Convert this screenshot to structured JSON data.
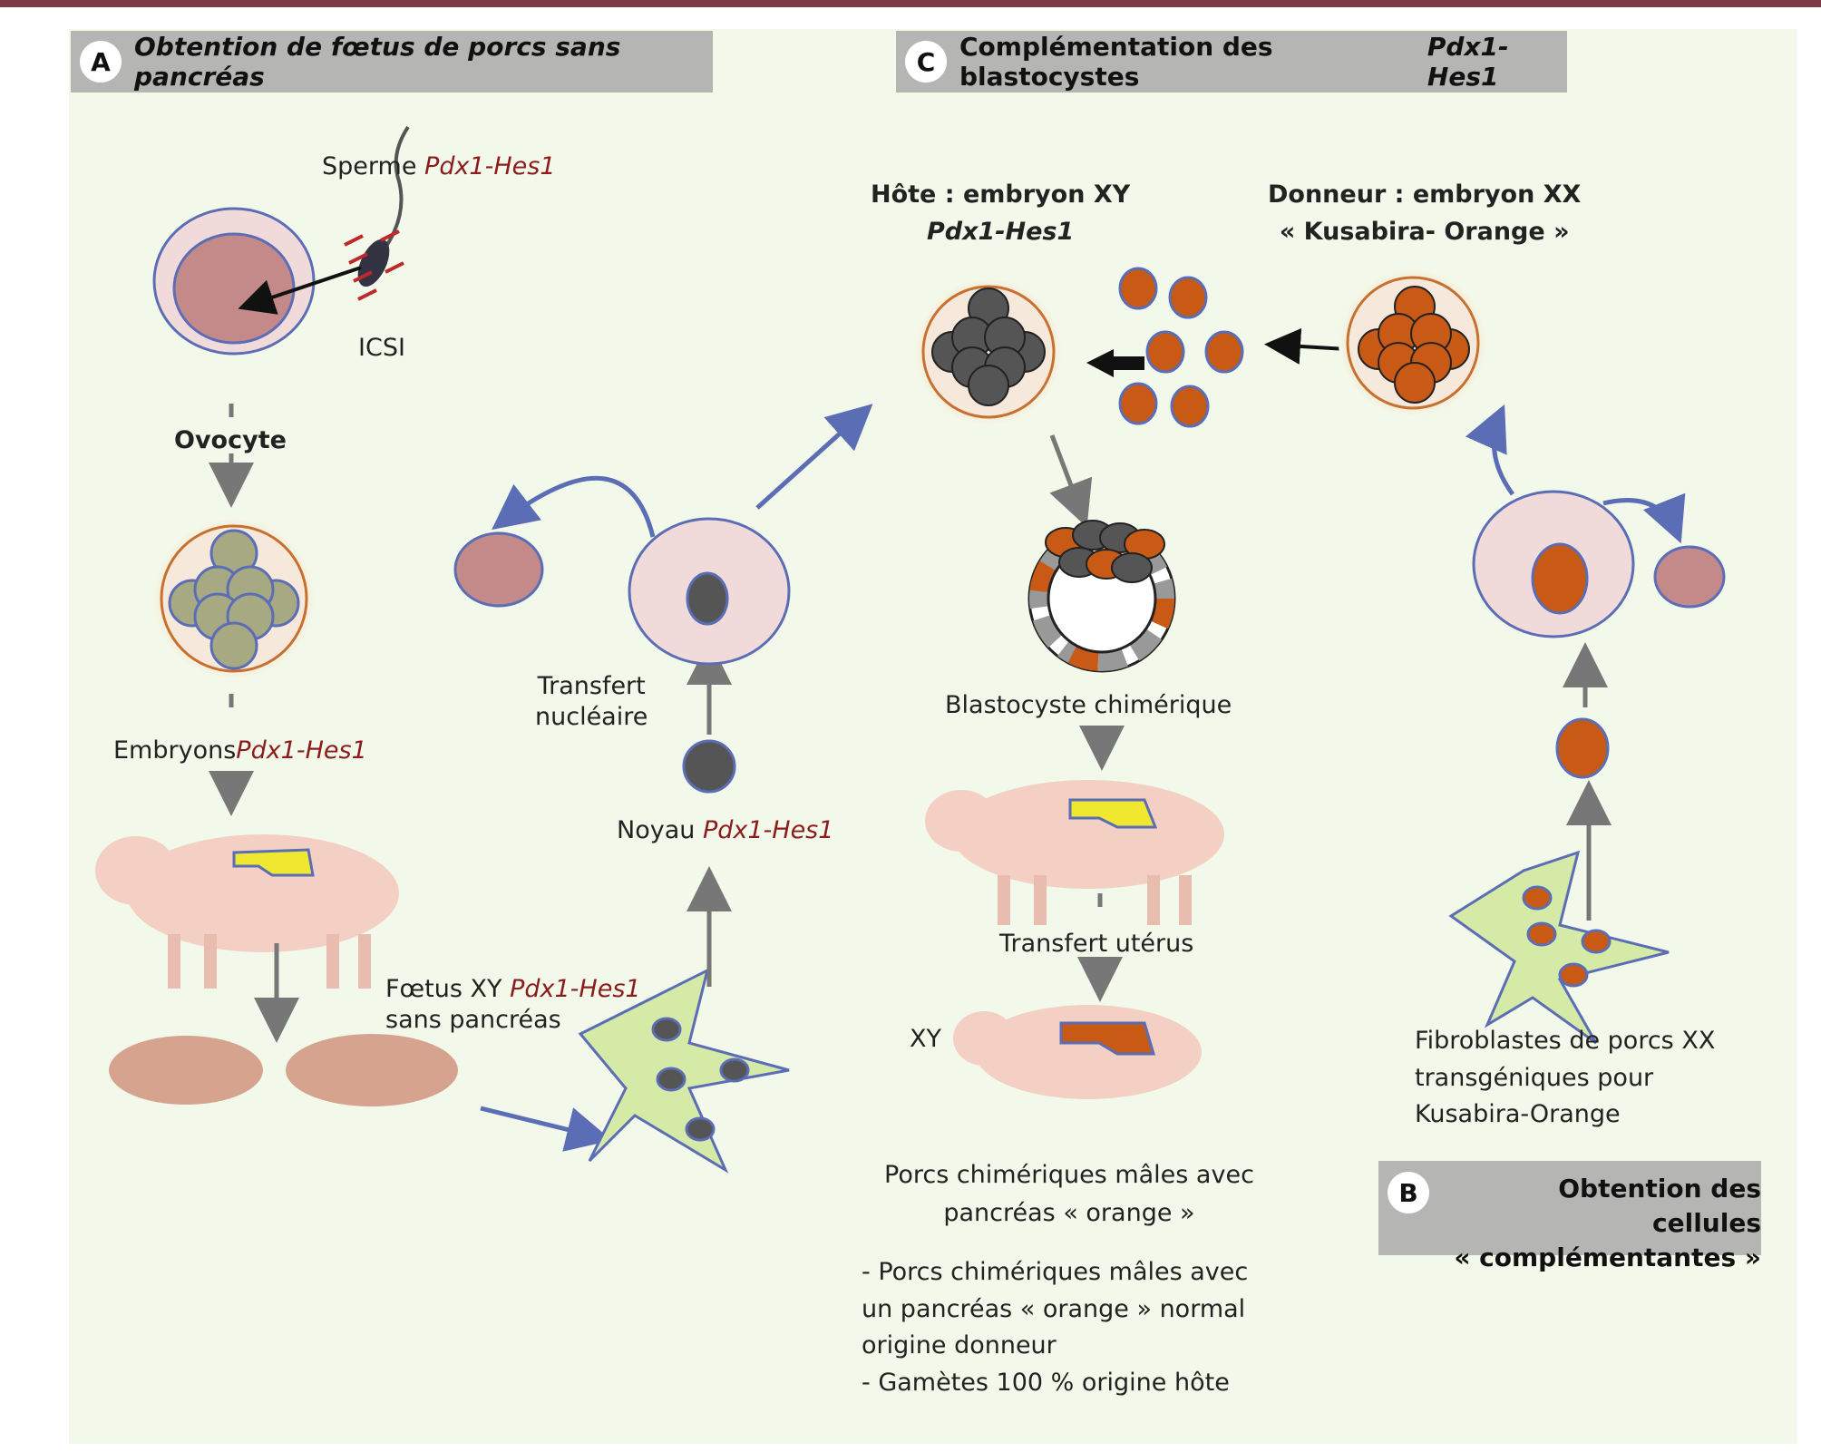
{
  "colors": {
    "top_bar": "#7d3a46",
    "background": "#f3f9ea",
    "header_gray": "#b5b5b3",
    "accent_red_text": "#8b1c1c",
    "arrow_blue": "#5b6db5",
    "arrow_gray": "#777777",
    "host_cell_gray": "#555555",
    "donor_orange": "#c85a16",
    "pancreas_yellow": "#f0e830",
    "oocyte_pink": "#c48a8a",
    "fibroblast_green": "#d6eaa8"
  },
  "panel_a": {
    "badge": "A",
    "title": "Obtention de fœtus de porcs sans pancréas",
    "sperm_label": "Sperme",
    "sperm_gene": "Pdx1-Hes1",
    "icsi_label": "ICSI",
    "oocyte_label": "Ovocyte",
    "embryos_label": "Embryons",
    "embryos_gene": "Pdx1-Hes1",
    "fetus_label_line1": "Fœtus XY",
    "fetus_gene": "Pdx1-Hes1",
    "fetus_label_line2": "sans pancréas",
    "nucleus_label": "Noyau",
    "nucleus_gene": "Pdx1-Hes1",
    "transfer_line1": "Transfert",
    "transfer_line2": "nucléaire"
  },
  "panel_c": {
    "badge": "C",
    "title": "Complémentation des blastocystes",
    "title_gene": "Pdx1-Hes1",
    "host_line1": "Hôte : embryon XY",
    "host_line2": "Pdx1-Hes1",
    "donor_line1": "Donneur : embryon XX",
    "donor_line2": "« Kusabira- Orange »",
    "blastocyst_label": "Blastocyste chimérique",
    "uterus_transfer": "Transfert utérus",
    "xy_label": "XY",
    "result_line1": "Porcs chimériques mâles avec",
    "result_line2": "pancréas « orange »",
    "outcome_1a": "- Porcs chimériques mâles avec",
    "outcome_1b": "un pancréas  « orange » normal",
    "outcome_1c": "origine donneur",
    "outcome_2": "- Gamètes 100 % origine hôte"
  },
  "panel_b": {
    "badge": "B",
    "title_line1": "Obtention des cellules",
    "title_line2": "« complémentantes »",
    "fibro_line1": "Fibroblastes de porcs XX",
    "fibro_line2": "transgéniques pour",
    "fibro_line3": "Kusabira-Orange"
  }
}
